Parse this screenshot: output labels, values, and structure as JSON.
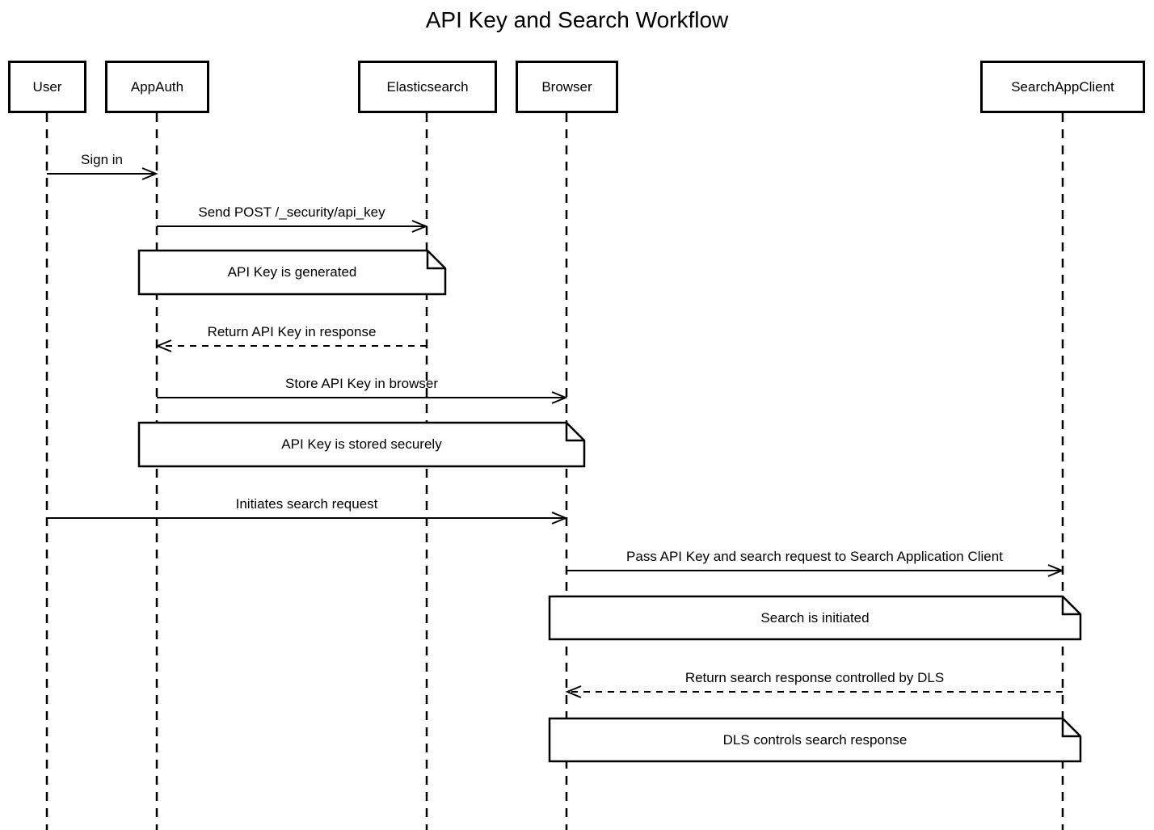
{
  "title": "API Key and Search Workflow",
  "colors": {
    "line": "#000000",
    "fill": "#ffffff",
    "text": "#000000"
  },
  "participants": [
    {
      "name": "User"
    },
    {
      "name": "AppAuth"
    },
    {
      "name": "Elasticsearch"
    },
    {
      "name": "Browser"
    },
    {
      "name": "SearchAppClient"
    }
  ],
  "messages": [
    {
      "label": "Sign in",
      "from": "User",
      "to": "AppAuth",
      "line": "solid"
    },
    {
      "label": "Send POST /_security/api_key",
      "from": "AppAuth",
      "to": "Elasticsearch",
      "line": "solid"
    },
    {
      "label": "Return API Key in response",
      "from": "Elasticsearch",
      "to": "AppAuth",
      "line": "dashed"
    },
    {
      "label": "Store API Key in browser",
      "from": "AppAuth",
      "to": "Browser",
      "line": "solid"
    },
    {
      "label": "Initiates search request",
      "from": "User",
      "to": "Browser",
      "line": "solid"
    },
    {
      "label": "Pass API Key and search request to Search Application Client",
      "from": "Browser",
      "to": "SearchAppClient",
      "line": "solid"
    },
    {
      "label": "Return search response controlled by DLS",
      "from": "SearchAppClient",
      "to": "Browser",
      "line": "dashed"
    }
  ],
  "notes": [
    {
      "text": "API Key is generated",
      "over": "AppAuth,Elasticsearch"
    },
    {
      "text": "API Key is stored securely",
      "over": "AppAuth,Browser"
    },
    {
      "text": "Search is initiated",
      "over": "Browser,SearchAppClient"
    },
    {
      "text": "DLS controls search response",
      "over": "Browser,SearchAppClient"
    }
  ]
}
